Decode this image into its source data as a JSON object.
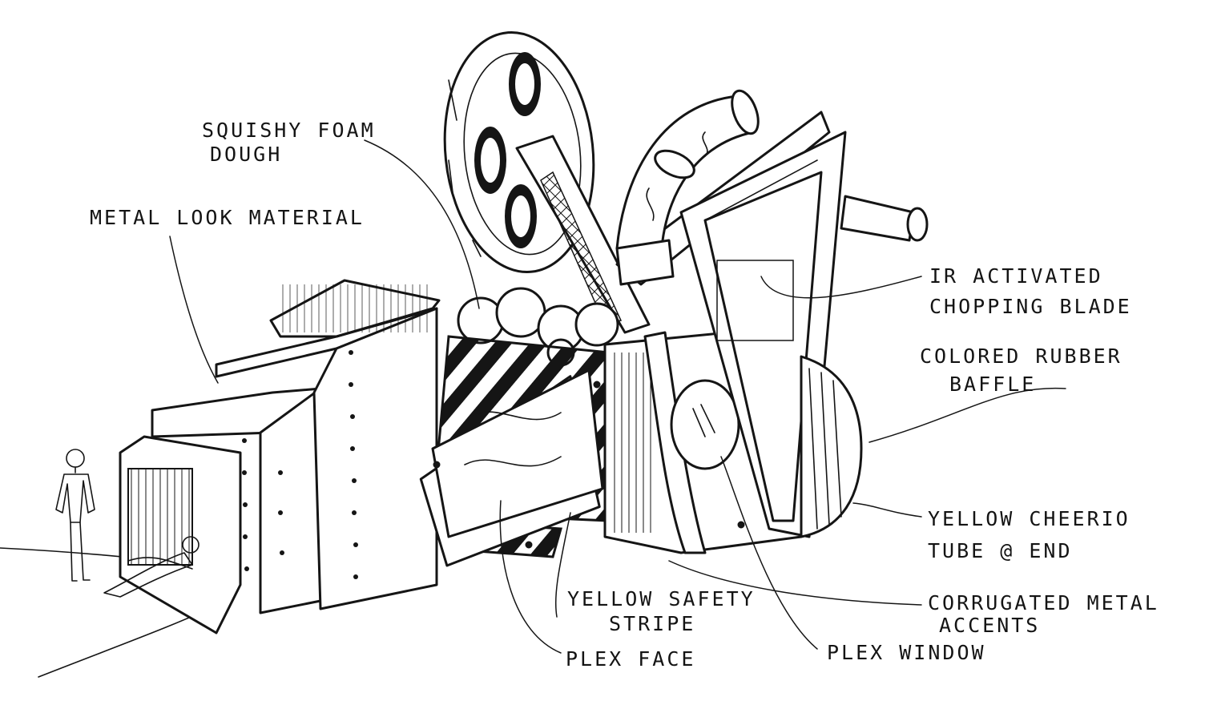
{
  "labels": {
    "squishy_foam": [
      "SQUISHY FOAM",
      "DOUGH"
    ],
    "metal_look": "METAL LOOK MATERIAL",
    "ir_blade": [
      "IR ACTIVATED",
      "CHOPPING BLADE"
    ],
    "rubber_baffle": [
      "COLORED RUBBER",
      "BAFFLE"
    ],
    "cheerio_tube": [
      "YELLOW CHEERIO",
      "TUBE @ END"
    ],
    "corrugated": [
      "CORRUGATED METAL",
      "ACCENTS"
    ],
    "safety_stripe": [
      "YELLOW SAFETY",
      "STRIPE"
    ],
    "plex_face": "PLEX FACE",
    "plex_window": "PLEX WINDOW"
  },
  "ink_color": "#151515",
  "paper_color": "#ffffff"
}
